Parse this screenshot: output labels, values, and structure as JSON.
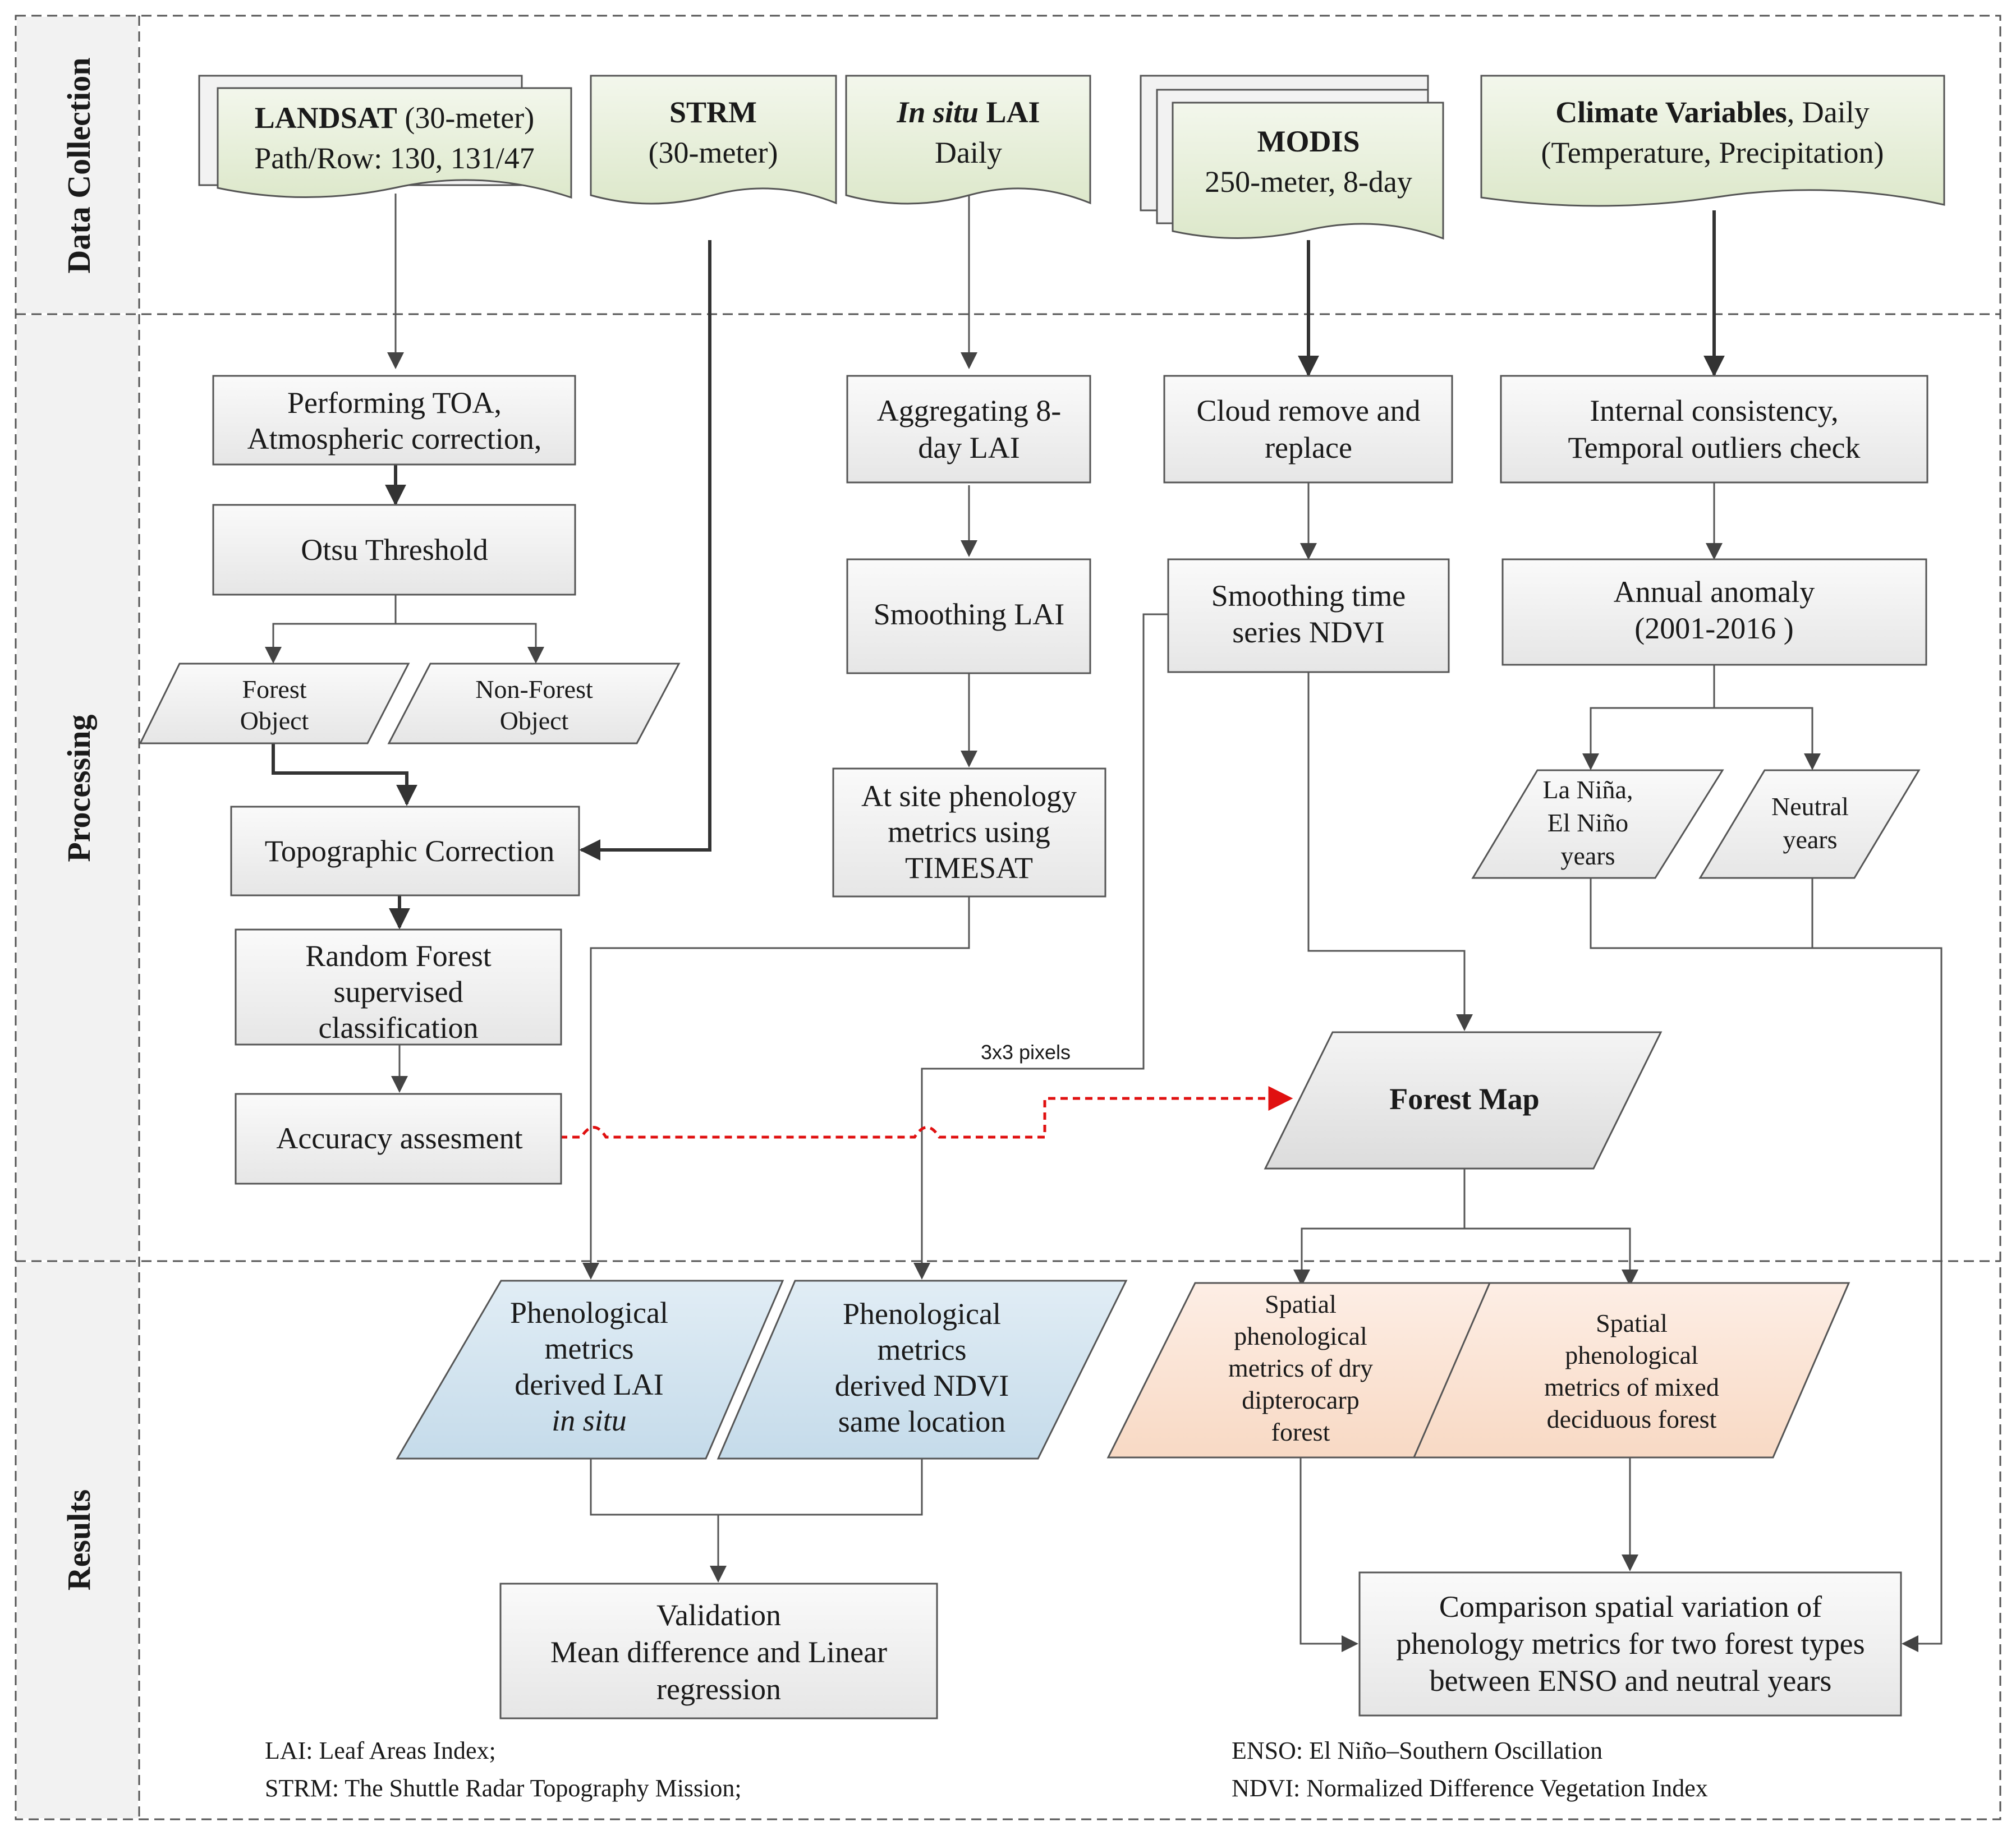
{
  "sections": [
    "Data Collection",
    "Processing",
    "Results"
  ],
  "sources": {
    "landsat": {
      "name": "LANDSAT",
      "detail": " (30-meter)",
      "line2": "Path/Row: 130, 131/47"
    },
    "strm": {
      "name": "STRM",
      "line2": "(30-meter)"
    },
    "insitu": {
      "italic": "In situ",
      "bold": " LAI",
      "line2": "Daily"
    },
    "modis": {
      "name": "MODIS",
      "line2": "250-meter, 8-day"
    },
    "climate": {
      "name": "Climate Variables",
      "detail": ", Daily",
      "line2": "(Temperature, Precipitation)"
    }
  },
  "processing": {
    "toa": [
      "Performing TOA,",
      "Atmospheric correction,"
    ],
    "otsu": "Otsu Threshold",
    "forest_object": [
      "Forest",
      "Object"
    ],
    "nonforest_object": [
      "Non-Forest",
      "Object"
    ],
    "topo": "Topographic Correction",
    "random_forest": [
      "Random Forest",
      "supervised",
      "classification"
    ],
    "accuracy": "Accuracy assesment",
    "aggregating": [
      "Aggregating 8-",
      "day LAI"
    ],
    "smoothing_lai": "Smoothing LAI",
    "at_site": [
      "At site phenology",
      "metrics using",
      "TIMESAT"
    ],
    "cloud": [
      "Cloud remove and",
      "replace"
    ],
    "smoothing_ndvi": [
      "Smoothing time",
      "series NDVI"
    ],
    "internal": [
      "Internal consistency,",
      "Temporal outliers check"
    ],
    "annual": [
      "Annual anomaly",
      "(2001-2016 )"
    ],
    "lanina": [
      "La Niña,",
      "El Niño",
      "years"
    ],
    "neutral": [
      "Neutral",
      "years"
    ],
    "pixels": "3x3 pixels",
    "forest_map": "Forest Map"
  },
  "results": {
    "pheno_lai": [
      "Phenological",
      "metrics",
      "derived LAI"
    ],
    "pheno_lai_italic": "in situ",
    "pheno_ndvi": [
      "Phenological",
      "metrics",
      "derived NDVI",
      "same location"
    ],
    "dry": [
      "Spatial",
      "phenological",
      "metrics of dry",
      "dipterocarp",
      "forest"
    ],
    "mixed": [
      "Spatial",
      "phenological",
      "metrics of mixed",
      "deciduous forest"
    ],
    "validation": [
      "Validation",
      "Mean difference and Linear",
      "regression"
    ],
    "comparison": [
      "Comparison spatial variation of",
      "phenology metrics for two forest types",
      "between ENSO and neutral years"
    ]
  },
  "legend": {
    "lai": "LAI: Leaf Areas Index;",
    "strm": "STRM: The Shuttle Radar Topography Mission;",
    "enso": "ENSO: El Niño–Southern Oscillation",
    "ndvi": "NDVI: Normalized Difference Vegetation Index"
  },
  "colors": {
    "source_fill": "#e6efd8",
    "box_fill": "#f2f2f2",
    "blue_fill": "#d3e4ef",
    "orange_fill": "#fbe4d5",
    "forest_map_fill": "#e9e9e9",
    "line": "#444444",
    "red_dotted": "#e01010"
  }
}
